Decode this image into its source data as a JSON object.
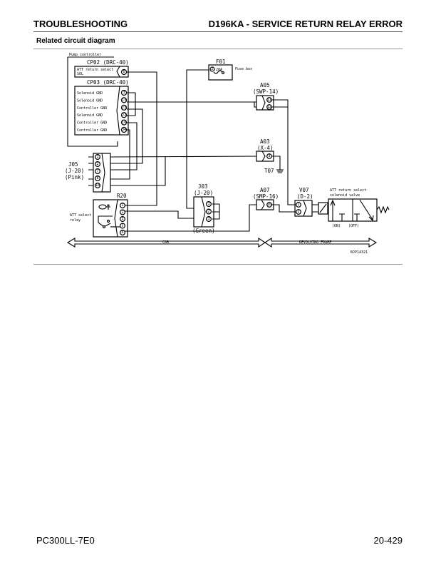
{
  "header": {
    "section": "TROUBLESHOOTING",
    "title": "D196KA - SERVICE RETURN RELAY ERROR"
  },
  "subtitle": "Related circuit diagram",
  "diagram": {
    "pump_controller": {
      "label": "Pump controller",
      "cp02": {
        "name": "CP02 (DRC-40)",
        "rows": [
          {
            "label": "ATT return select SOL",
            "pin": "6"
          }
        ]
      },
      "cp03": {
        "name": "CP03 (DRC-40)",
        "rows": [
          {
            "label": "Solenoid GND",
            "pin": "3"
          },
          {
            "label": "Solenoid GND",
            "pin": "13"
          },
          {
            "label": "Controller GND",
            "pin": "23"
          },
          {
            "label": "Solenoid GND",
            "pin": "33"
          },
          {
            "label": "Controller GND",
            "pin": "14"
          },
          {
            "label": "Controller GND",
            "pin": "34"
          }
        ]
      }
    },
    "f01": {
      "name": "F01",
      "label": "Fuse box",
      "pin": "2",
      "rating": "20A"
    },
    "a05": {
      "name": "A05",
      "type": "(SWP-14)",
      "pins": [
        "11",
        "12"
      ]
    },
    "a03": {
      "name": "A03",
      "type": "(X-4)",
      "pins": [
        "3"
      ]
    },
    "t07": {
      "name": "T07"
    },
    "j05": {
      "name": "J05",
      "type": "(J-20)",
      "color": "(Pink)",
      "pins": [
        "1",
        "2",
        "7",
        "8",
        "18"
      ]
    },
    "r20": {
      "name": "R20",
      "label": "ATT select relay",
      "pins": [
        "1",
        "2",
        "3",
        "5",
        "6"
      ]
    },
    "j03": {
      "name": "J03",
      "type": "(J-20)",
      "color": "(Green)",
      "pins": [
        "1",
        "2",
        "3"
      ]
    },
    "a07": {
      "name": "A07",
      "type": "(SMP-16)",
      "pins": [
        "10"
      ]
    },
    "v07": {
      "name": "V07",
      "type": "(D-2)",
      "pins": [
        "1",
        "2"
      ]
    },
    "valve": {
      "label_line1": "ATT return select",
      "label_line2": "solenoid valve",
      "on": "(ON)",
      "off": "(OFF)"
    },
    "zones": {
      "cab": "CAB",
      "revolving_frame": "REVOLVING FRAME"
    },
    "figure_id": "BJP14321"
  },
  "footer": {
    "model": "PC300LL-7E0",
    "page": "20-429"
  }
}
